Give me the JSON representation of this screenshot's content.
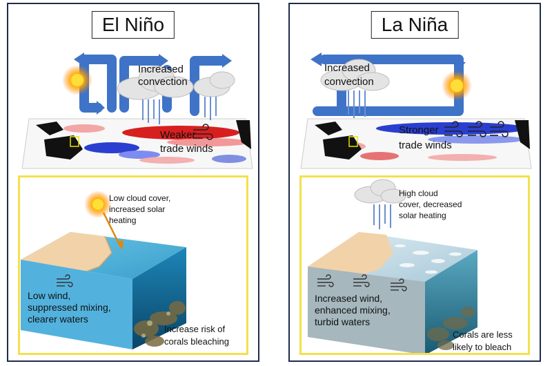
{
  "el_nino": {
    "title": "El Niño",
    "convection_label": "Increased convection",
    "convection_line1": "Increased",
    "convection_line2": "convection",
    "wind_line1": "Weaker",
    "wind_line2": "trade winds",
    "cloud_note_line1": "Low cloud cover,",
    "cloud_note_line2": "increased solar",
    "cloud_note_line3": "heating",
    "face_line1": "Low wind,",
    "face_line2": "suppressed mixing,",
    "face_line3": "clearer waters",
    "bottom_line1": "Increase risk of",
    "bottom_line2": "corals bleaching"
  },
  "la_nina": {
    "title": "La Niña",
    "convection_line1": "Increased",
    "convection_line2": "convection",
    "wind_line1": "Stronger",
    "wind_line2": "trade winds",
    "cloud_note_line1": "High cloud",
    "cloud_note_line2": "cover, decreased",
    "cloud_note_line3": "solar heating",
    "face_line1": "Increased wind,",
    "face_line2": "enhanced mixing,",
    "face_line3": "turbid waters",
    "bottom_line1": "Corals are less",
    "bottom_line2": "likely to bleach"
  },
  "colors": {
    "border": "#1f2a4d",
    "highlight": "#f4e04d",
    "arrow_blue": "#3f73c7",
    "sun": "#ff9a00",
    "warm_anomaly": "#e03030",
    "cool_anomaly": "#2a3fd0",
    "sand": "#f2d2a8",
    "water": "#4fb3d9"
  }
}
